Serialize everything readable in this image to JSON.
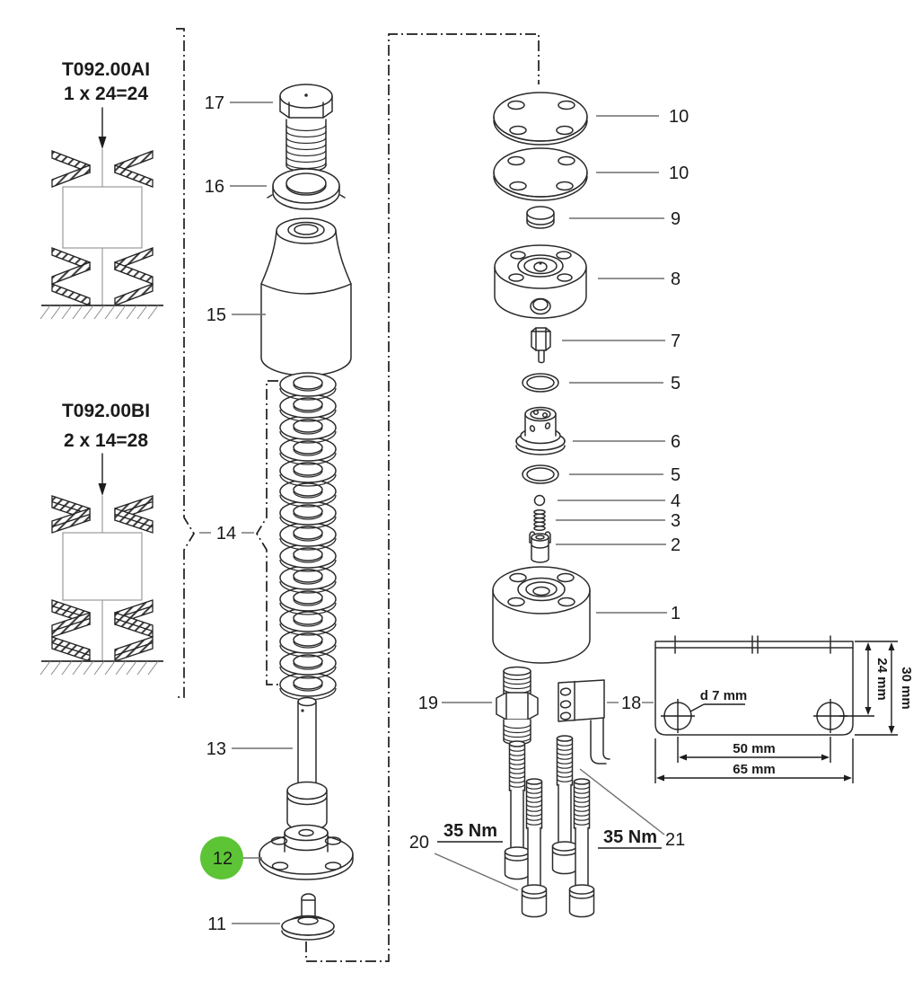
{
  "diagram": {
    "notes": {
      "stack_a": {
        "code": "T092.00AI",
        "formula": "1 x 24=24"
      },
      "stack_b": {
        "code": "T092.00BI",
        "formula": "2 x 14=28"
      }
    },
    "labels": {
      "p1": "1",
      "p2": "2",
      "p3": "3",
      "p4": "4",
      "p5a": "5",
      "p5b": "5",
      "p6": "6",
      "p7": "7",
      "p8": "8",
      "p9": "9",
      "p10a": "10",
      "p10b": "10",
      "p11": "11",
      "p12": "12",
      "p13": "13",
      "p14": "14",
      "p15": "15",
      "p16": "16",
      "p17": "17",
      "p18": "18",
      "p19": "19",
      "p20": "20",
      "p21": "21"
    },
    "torque": {
      "left": "35 Nm",
      "right": "35 Nm"
    },
    "dimensions": {
      "hole": "d 7 mm",
      "height_inner": "24 mm",
      "height_outer": "30 mm",
      "width_inner": "50 mm",
      "width_outer": "65 mm"
    },
    "highlight": {
      "part": "12",
      "color": "#5cc435"
    }
  }
}
